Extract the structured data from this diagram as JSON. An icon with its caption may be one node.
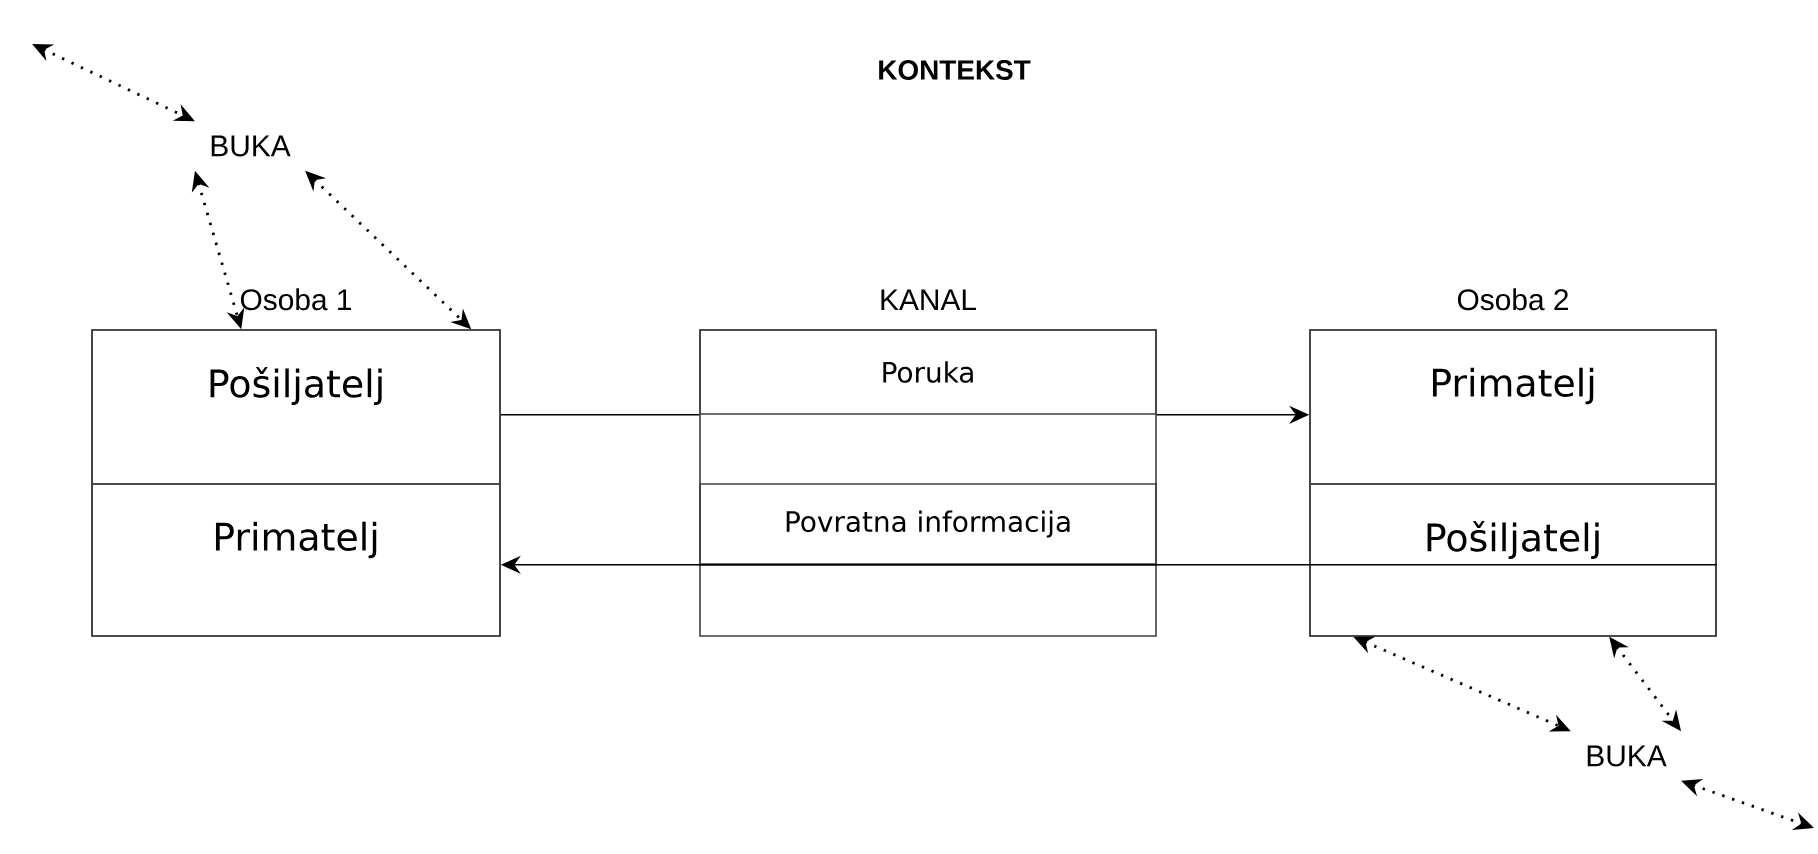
{
  "diagram": {
    "title": "KONTEKST",
    "nodes": [
      {
        "text": [
          "Osoba 1"
        ]
      },
      {
        "text": [
          "Pošiljatelj"
        ],
        "in": 0
      },
      {
        "text": [
          "Primatelj"
        ],
        "in": 0
      },
      {
        "text": [
          "KANAL"
        ]
      },
      {
        "text": [
          "Poruka"
        ],
        "in": 3
      },
      {
        "text": [
          "Povratna informacija"
        ],
        "in": 3
      },
      {
        "text": [
          "Osoba 2"
        ]
      },
      {
        "text": [
          "Primatelj"
        ],
        "in": 6
      },
      {
        "text": [
          "Pošiljatelj"
        ],
        "in": 6
      },
      {
        "text": [
          "BUKA"
        ]
      },
      {
        "text": [
          "BUKA"
        ]
      }
    ],
    "edges": [
      {
        "from": 1,
        "to": 4,
        "arrow": "none"
      },
      {
        "from": 4,
        "to": 7,
        "arrow": "to"
      },
      {
        "from": 8,
        "to": 5,
        "arrow": "none"
      },
      {
        "from": 5,
        "to": 2,
        "arrow": "to"
      },
      {
        "from": null,
        "to": 9,
        "arrow": "both",
        "style": "dashed"
      },
      {
        "from": 9,
        "to": 0,
        "arrow": "both",
        "style": "dashed"
      },
      {
        "from": 9,
        "to": 0,
        "arrow": "both",
        "style": "dashed"
      },
      {
        "from": 6,
        "to": 10,
        "arrow": "both",
        "style": "dashed"
      },
      {
        "from": 6,
        "to": 10,
        "arrow": "both",
        "style": "dashed"
      },
      {
        "from": 10,
        "to": null,
        "arrow": "both",
        "style": "dashed"
      }
    ]
  }
}
